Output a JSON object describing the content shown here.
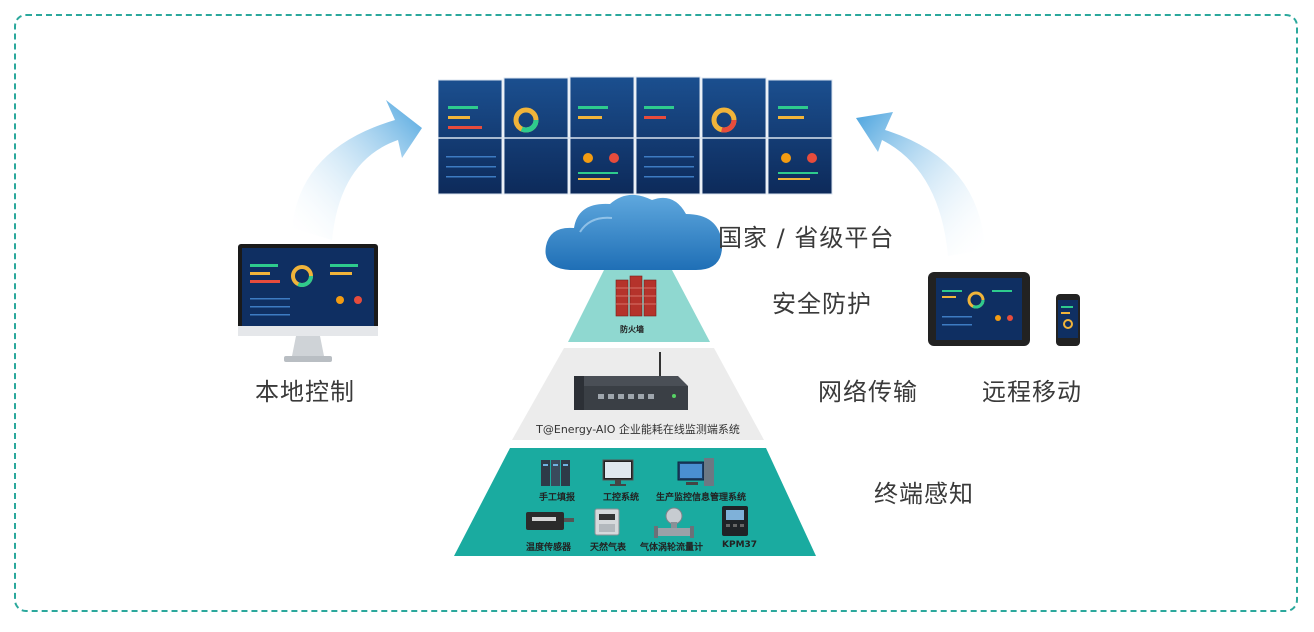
{
  "layers": {
    "platform": "国家 / 省级平台",
    "security": "安全防护",
    "network": "网络传输",
    "terminal": "终端感知"
  },
  "sides": {
    "local": "本地控制",
    "remote": "远程移动"
  },
  "firewall": {
    "label": "防火墙"
  },
  "gateway": {
    "label": "T@Energy-AIO 企业能耗在线监测端系统"
  },
  "devices": [
    {
      "label": "手工填报",
      "icon": "server-rack-icon"
    },
    {
      "label": "工控系统",
      "icon": "monitor-icon"
    },
    {
      "label": "生产监控信息管理系统",
      "icon": "workstation-icon"
    },
    {
      "label": "温度传感器",
      "icon": "temperature-sensor-icon"
    },
    {
      "label": "天然气表",
      "icon": "gas-meter-icon"
    },
    {
      "label": "气体涡轮流量计",
      "icon": "turbine-flowmeter-icon"
    },
    {
      "label": "KPM37",
      "icon": "power-meter-icon"
    }
  ],
  "colors": {
    "teal": "#1aaba0",
    "teal_light": "#8fd8d0",
    "network_band": "#ececec",
    "arrow": "#4aa3de",
    "screen_dark": "#0d2a5a",
    "frame": "#2ba89c"
  }
}
